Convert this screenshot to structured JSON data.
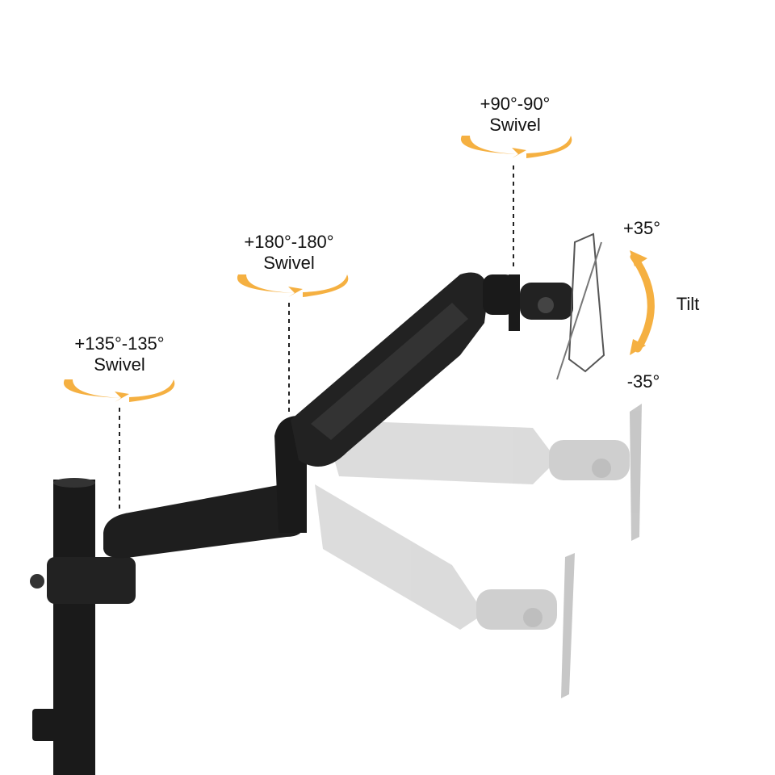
{
  "annotations": {
    "base_swivel": {
      "range": "+135°-135°",
      "label": "Swivel"
    },
    "elbow_swivel": {
      "range": "+180°-180°",
      "label": "Swivel"
    },
    "head_swivel": {
      "range": "+90°-90°",
      "label": "Swivel"
    },
    "tilt": {
      "top": "+35°",
      "label": "Tilt",
      "bottom": "-35°"
    }
  },
  "colors": {
    "arrow": "#F5B041",
    "arm": "#1c1c1c",
    "ghost": "#c9c9c9",
    "text": "#111111"
  }
}
